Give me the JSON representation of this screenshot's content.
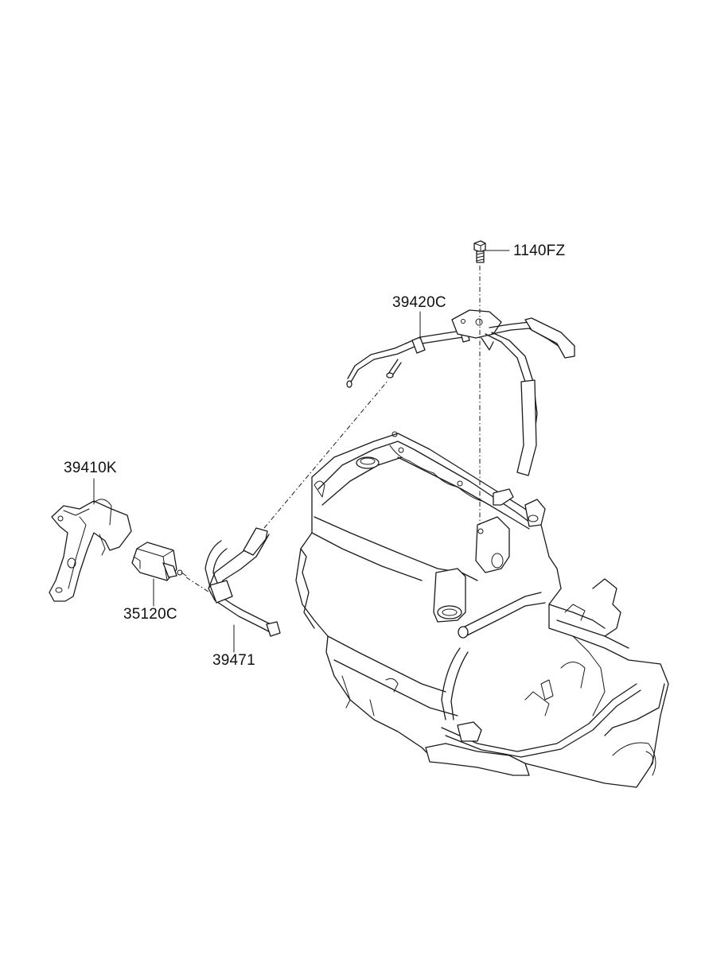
{
  "parts": [
    {
      "id": "bolt",
      "label": "1140FZ",
      "icon": "bolt-icon"
    },
    {
      "id": "pipe-assembly",
      "label": "39420C",
      "icon": "pipe-assembly-icon"
    },
    {
      "id": "bracket",
      "label": "39410K",
      "icon": "bracket-icon"
    },
    {
      "id": "sensor",
      "label": "35120C",
      "icon": "sensor-icon"
    },
    {
      "id": "hose",
      "label": "39471",
      "icon": "hose-icon"
    }
  ]
}
